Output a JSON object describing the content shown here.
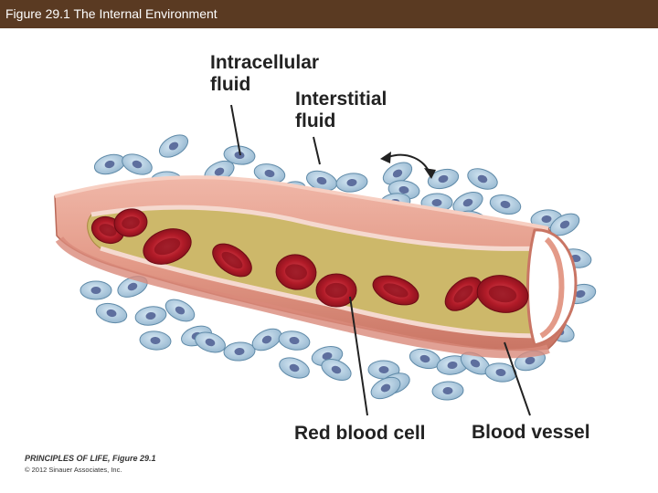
{
  "header": {
    "title": "Figure 29.1  The Internal Environment",
    "background_color": "#5a3a22"
  },
  "labels": {
    "intracellular_fluid": "Intracellular fluid",
    "interstitial_fluid": "Interstitial fluid",
    "red_blood_cell": "Red blood cell",
    "blood_vessel": "Blood vessel"
  },
  "credit": {
    "book": "PRINCIPLES OF LIFE, Figure 29.1",
    "copyright": "© 2012 Sinauer Associates, Inc."
  },
  "colors": {
    "cell": "#a9c6dc",
    "nucleus": "#5e6f9e",
    "vessel_wall": "#e09a8a",
    "plasma": "#cdb86a",
    "red_blood_cell": "#b51e2a"
  }
}
